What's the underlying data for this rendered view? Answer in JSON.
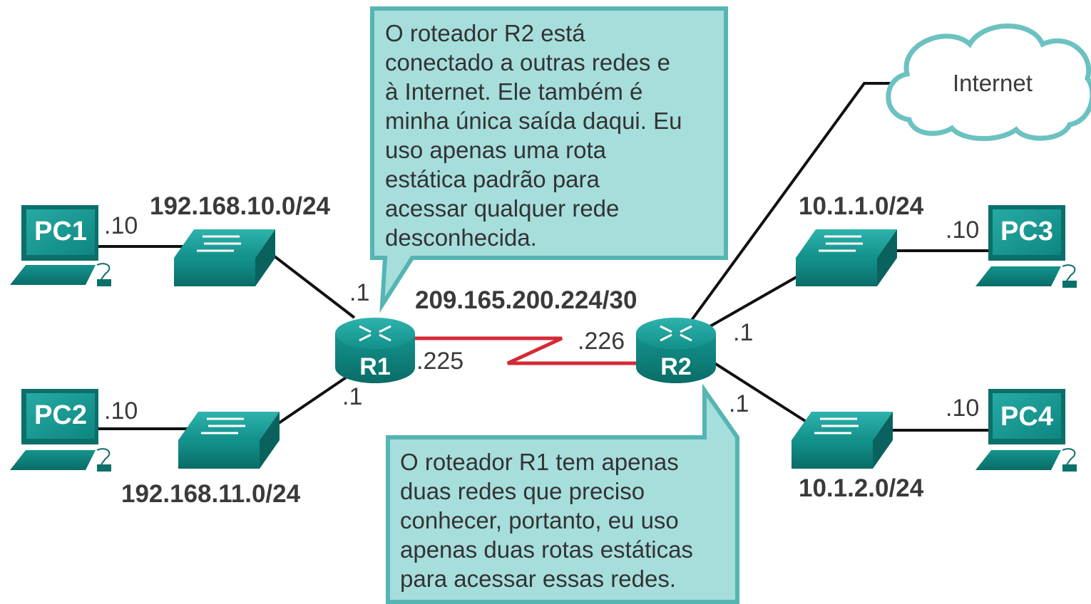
{
  "networks": {
    "lan1": "192.168.10.0/24",
    "lan2": "192.168.11.0/24",
    "wan": "209.165.200.224/30",
    "lan3": "10.1.1.0/24",
    "lan4": "10.1.2.0/24"
  },
  "devices": {
    "pc1": "PC1",
    "pc2": "PC2",
    "pc3": "PC3",
    "pc4": "PC4",
    "r1": "R1",
    "r2": "R2",
    "cloud": "Internet"
  },
  "addresses": {
    "pc1": ".10",
    "pc2": ".10",
    "pc3": ".10",
    "pc4": ".10",
    "r1_lan1": ".1",
    "r1_lan2": ".1",
    "r1_wan": ".225",
    "r2_wan": ".226",
    "r2_lan3": ".1",
    "r2_lan4": ".1"
  },
  "callouts": {
    "r1": {
      "lines": [
        "O roteador R2 está",
        "conectado a outras redes e",
        "à Internet. Ele também é",
        "minha única saída daqui. Eu",
        "uso apenas uma rota",
        "estática padrão para",
        "acessar qualquer rede",
        "desconhecida."
      ]
    },
    "r2": {
      "lines": [
        "O roteador R1 tem apenas",
        "duas redes que preciso",
        "conhecer, portanto, eu uso",
        "apenas duas rotas estáticas",
        "para acessar essas redes."
      ]
    }
  },
  "colors": {
    "device_teal": "#13958f",
    "device_dark": "#0b6f6a",
    "serial_link": "#d42a35",
    "callout_fill": "#a6dedc",
    "callout_border": "#55b5b2",
    "cloud_border": "#6cc2c0"
  }
}
